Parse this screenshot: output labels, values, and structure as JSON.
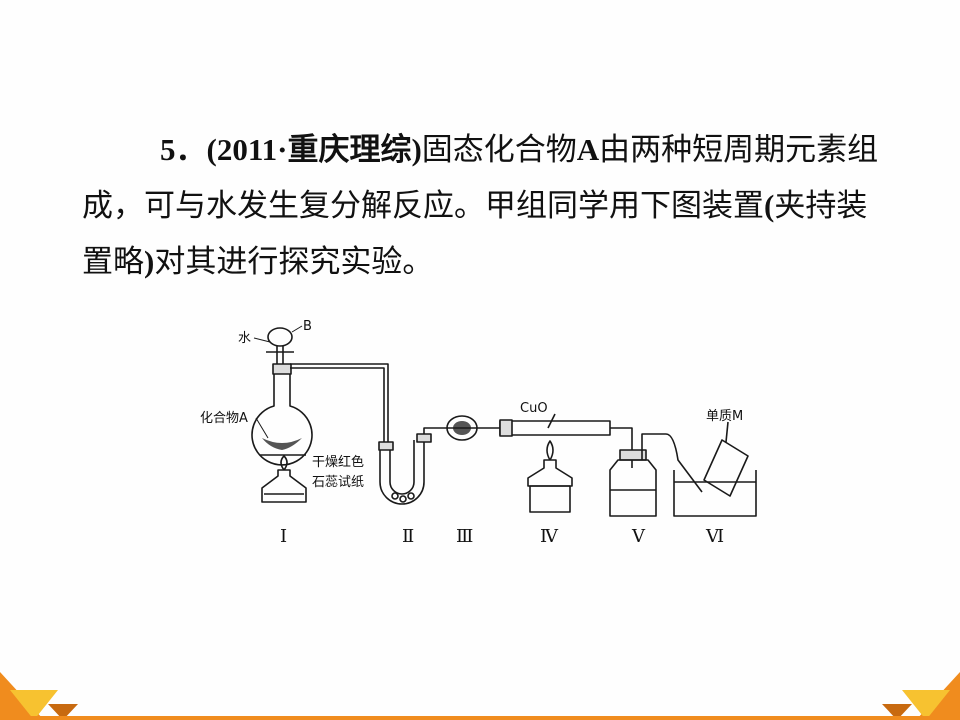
{
  "question": {
    "number": "5．",
    "source": "(2011·重庆理综)",
    "text1": "固态化合物",
    "compound": "A",
    "text2": "由两种短周期元素组成，可与水发生复分解反应。甲组同学用下图装置",
    "paren_open": "(",
    "text3": "夹持装置略",
    "paren_close": ")",
    "text4": "对其进行探究实验。"
  },
  "diagram": {
    "labels": {
      "water": "水",
      "funnel_b": "B",
      "compound_a": "化合物A",
      "litmus_line1": "干燥红色",
      "litmus_line2": "石蕊试纸",
      "cuo": "CuO",
      "element_m": "单质M"
    },
    "stations": [
      "Ⅰ",
      "Ⅱ",
      "Ⅲ",
      "Ⅳ",
      "Ⅴ",
      "Ⅵ"
    ]
  },
  "colors": {
    "text": "#111111",
    "line": "#1a1a1a",
    "decor_orange": "#f08c1e",
    "decor_yellow": "#f7c230",
    "decor_dark": "#c86a10"
  }
}
